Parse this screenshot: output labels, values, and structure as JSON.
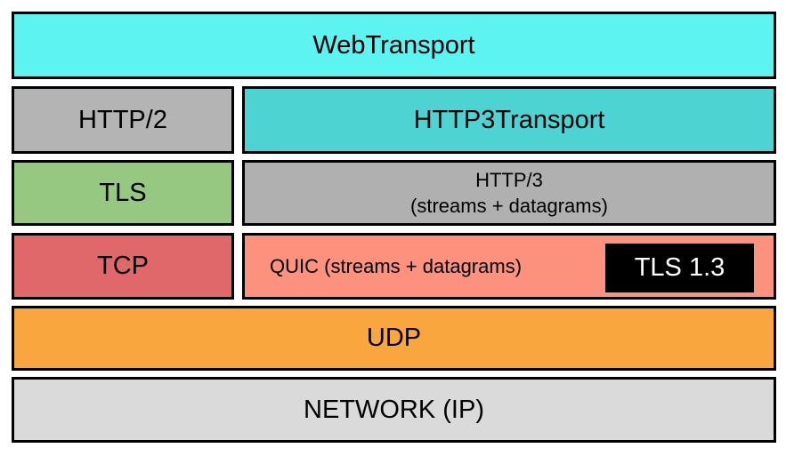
{
  "colors": {
    "webtransport": "#5df3f1",
    "http2": "#b4b4b4",
    "http3transport": "#4dd3d2",
    "tls": "#97c882",
    "http3": "#b0b0b0",
    "tcp": "#e0676a",
    "quic": "#fc917d",
    "tls13_bg": "#000000",
    "tls13_text": "#ffffff",
    "udp": "#f9a63f",
    "network": "#dadada"
  },
  "layers": {
    "webtransport": "WebTransport",
    "http2": "HTTP/2",
    "http3transport": "HTTP3Transport",
    "tls": "TLS",
    "http3_line1": "HTTP/3",
    "http3_line2": "(streams + datagrams)",
    "tcp": "TCP",
    "quic": "QUIC (streams + datagrams)",
    "tls13": "TLS 1.3",
    "udp": "UDP",
    "network": "NETWORK (IP)"
  }
}
